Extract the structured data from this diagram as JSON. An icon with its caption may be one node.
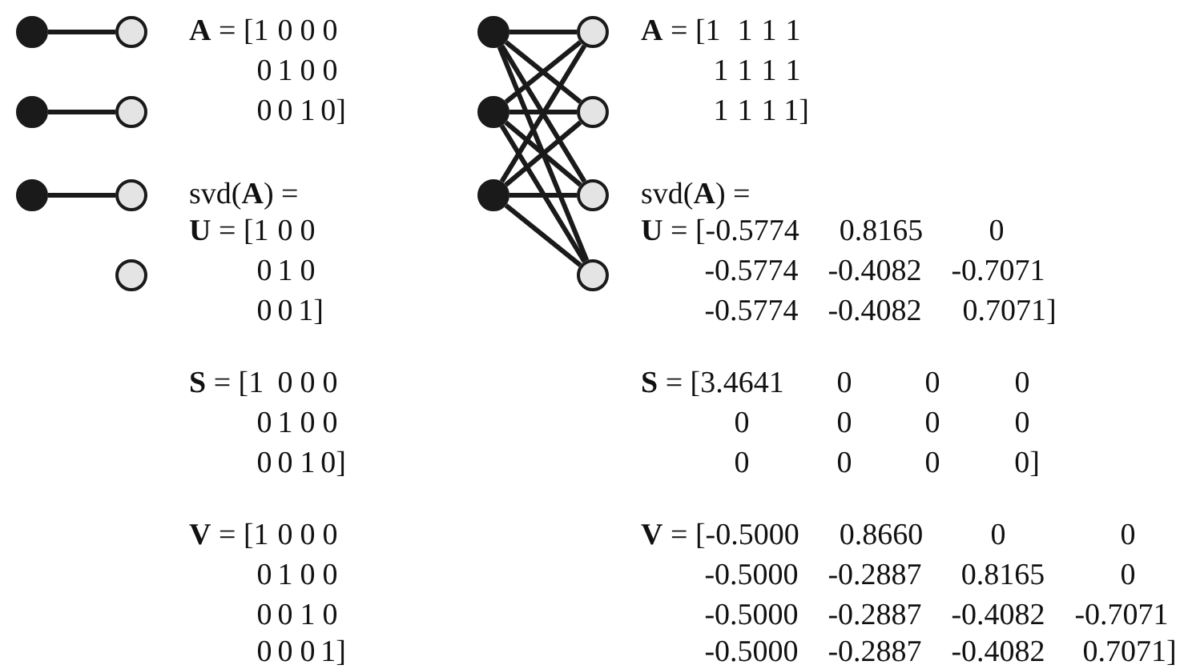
{
  "diagram": {
    "nodes": [
      {
        "text": [],
        "shape": "circle"
      },
      {
        "text": [],
        "shape": "circle"
      },
      {
        "text": [],
        "shape": "circle"
      },
      {
        "text": [],
        "shape": "circle"
      },
      {
        "text": [],
        "shape": "circle"
      },
      {
        "text": [],
        "shape": "circle"
      },
      {
        "text": [],
        "shape": "circle"
      },
      {
        "text": [],
        "shape": "circle"
      },
      {
        "text": [],
        "shape": "circle"
      },
      {
        "text": [],
        "shape": "circle"
      },
      {
        "text": [],
        "shape": "circle"
      },
      {
        "text": [],
        "shape": "circle"
      },
      {
        "text": [],
        "shape": "circle"
      },
      {
        "text": [],
        "shape": "circle"
      }
    ],
    "edges": [
      {
        "from": 0,
        "to": 3,
        "arrow": "none"
      },
      {
        "from": 1,
        "to": 4,
        "arrow": "none"
      },
      {
        "from": 2,
        "to": 5,
        "arrow": "none"
      },
      {
        "from": 7,
        "to": 10,
        "arrow": "none"
      },
      {
        "from": 7,
        "to": 11,
        "arrow": "none"
      },
      {
        "from": 7,
        "to": 12,
        "arrow": "none"
      },
      {
        "from": 7,
        "to": 13,
        "arrow": "none"
      },
      {
        "from": 8,
        "to": 10,
        "arrow": "none"
      },
      {
        "from": 8,
        "to": 11,
        "arrow": "none"
      },
      {
        "from": 8,
        "to": 12,
        "arrow": "none"
      },
      {
        "from": 8,
        "to": 13,
        "arrow": "none"
      },
      {
        "from": 9,
        "to": 10,
        "arrow": "none"
      },
      {
        "from": 9,
        "to": 11,
        "arrow": "none"
      },
      {
        "from": 9,
        "to": 12,
        "arrow": "none"
      },
      {
        "from": 9,
        "to": 13,
        "arrow": "none"
      }
    ],
    "labels": [
      "**A** = [1 0 0 0",
      "0 1 0 0",
      "0 0 1 0]",
      "svd(**A**) =",
      "**U** = [1 0 0",
      "0 1 0",
      "0 0 1]",
      "**S** = [1 0 0 0",
      "0 1 0 0",
      "0 0 1 0]",
      "**V** = [1 0 0 0",
      "0 1 0 0",
      "0 0 1 0",
      "0 0 0 1]",
      "**A** = [1 1 1 1",
      "1 1 1 1",
      "1 1 1 1]",
      "svd(**A**) =",
      "**U** = [-0.5774 0.8165 0",
      "-0.5774 -0.4082 -0.7071",
      "-0.5774 -0.4082 0.7071]",
      "**S** = [3.4641 0 0 0",
      "0 0 0 0",
      "0 0 0 0]",
      "**V** = [-0.5000 0.8660 0 0",
      "-0.5000 -0.2887 0.8165 0",
      "-0.5000 -0.2887 -0.4082 -0.7071",
      "-0.5000 -0.2887 -0.4082 0.7071]"
    ]
  }
}
